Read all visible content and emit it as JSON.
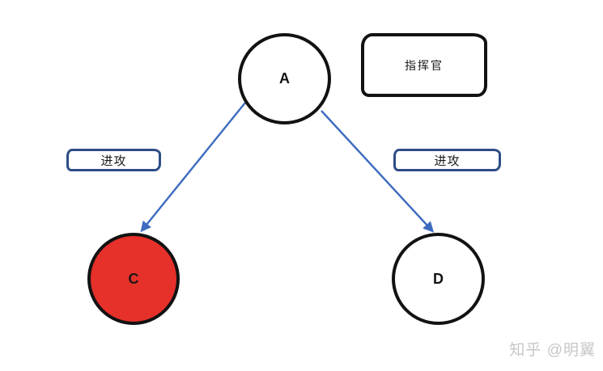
{
  "diagram": {
    "nodes": {
      "a": {
        "label": "A"
      },
      "c": {
        "label": "C"
      },
      "d": {
        "label": "D"
      }
    },
    "commander": {
      "label": "指挥官"
    },
    "edges": {
      "left": {
        "label": "进攻",
        "from": "A",
        "to": "C"
      },
      "right": {
        "label": "进攻",
        "from": "A",
        "to": "D"
      }
    },
    "colors": {
      "outline_black": "#121212",
      "node_c_fill": "#e6302a",
      "arrow_blue": "#3d6bbf",
      "attack_border_blue": "#2e4d86",
      "watermark_gray": "#c7c7c7",
      "background": "#ffffff"
    }
  },
  "watermark": {
    "text": "知乎 @明翼"
  }
}
